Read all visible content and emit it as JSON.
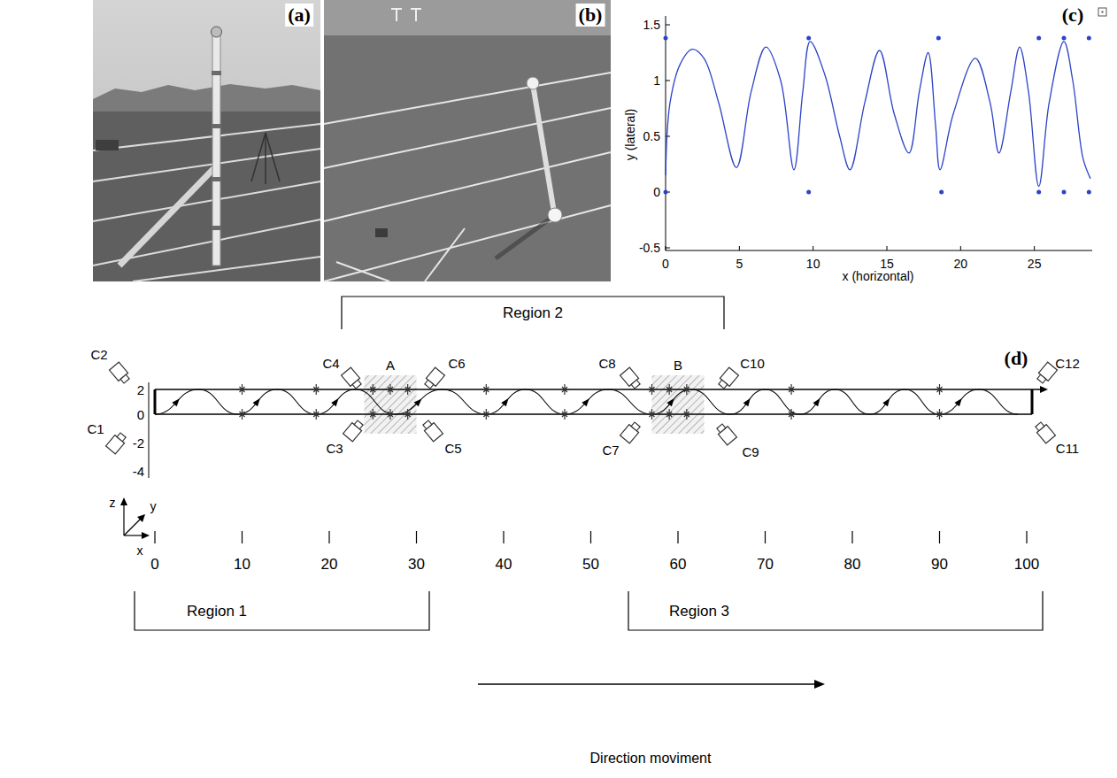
{
  "diagram": {
    "labels": [
      "(a)",
      "(b)",
      "(c)",
      "1.5",
      "1",
      "0.5",
      "0",
      "-0.5",
      "0",
      "5",
      "10",
      "15",
      "20",
      "25",
      "y (lateral)",
      "x (horizontal)",
      "Region 2",
      "(d)",
      "C2",
      "C4",
      "A",
      "C6",
      "C8",
      "B",
      "C10",
      "C12",
      "2",
      "0",
      "-2",
      "-4",
      "C1",
      "C3",
      "C5",
      "C7",
      "C9",
      "C11",
      "z",
      "y",
      "x",
      "0",
      "10",
      "20",
      "30",
      "40",
      "50",
      "60",
      "70",
      "80",
      "90",
      "100",
      "Region 1",
      "Region 3",
      "Direction moviment"
    ]
  }
}
